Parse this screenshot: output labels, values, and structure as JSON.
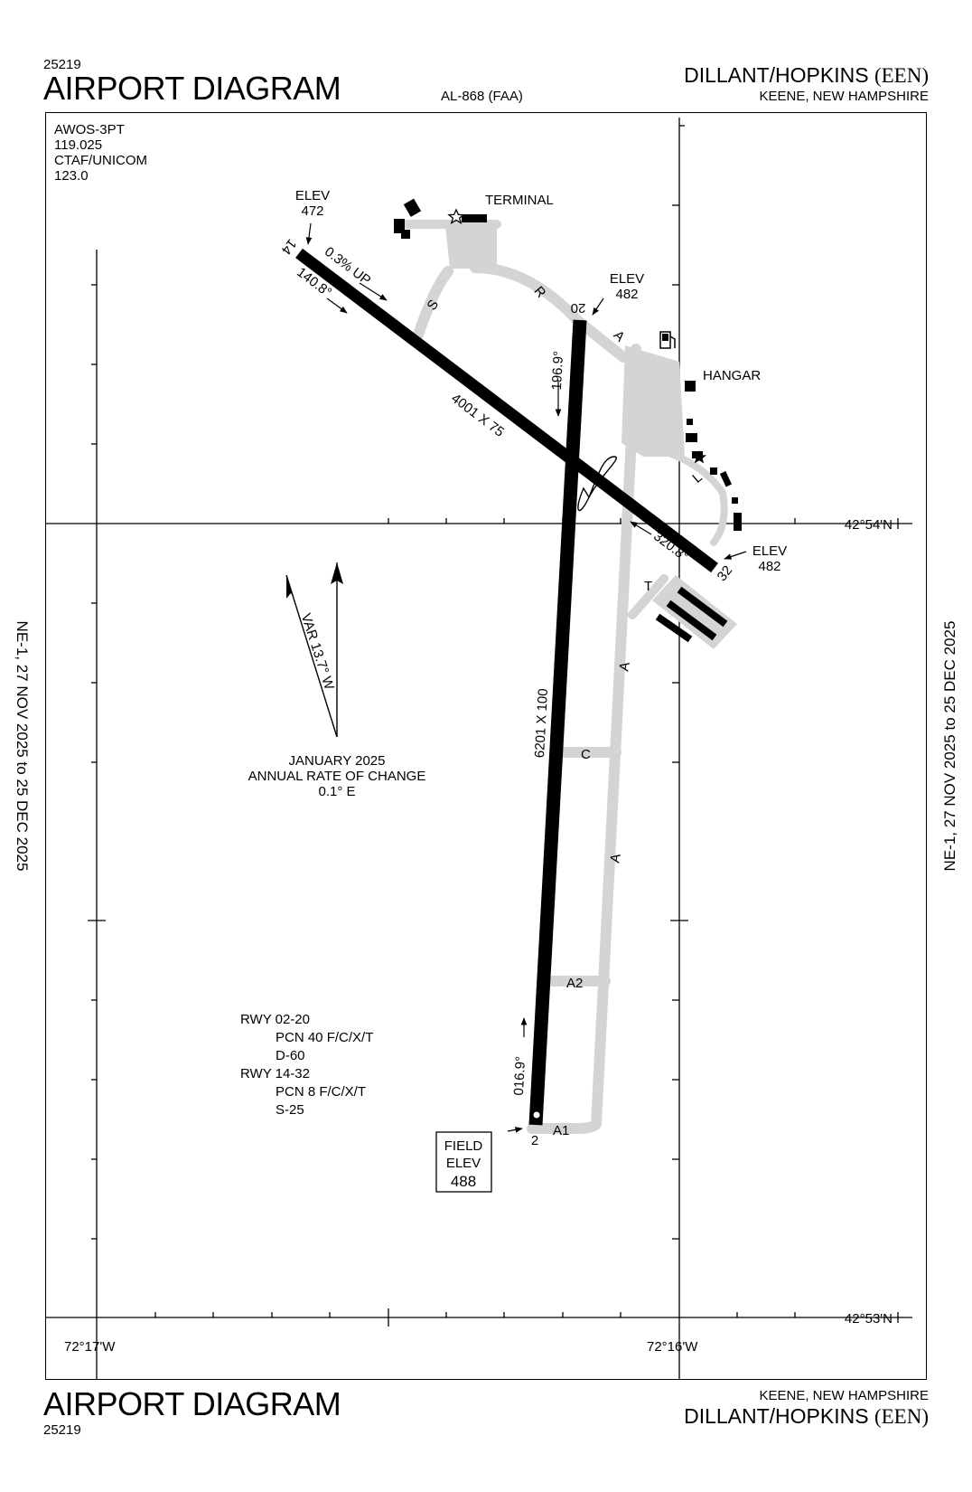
{
  "header": {
    "chart_number": "25219",
    "title": "AIRPORT DIAGRAM",
    "procedure_id": "AL-868 (FAA)",
    "airport_name": "DILLANT/HOPKINS",
    "airport_ident": "(EEN)",
    "city_state": "KEENE, NEW HAMPSHIRE"
  },
  "footer": {
    "chart_number": "25219",
    "title": "AIRPORT DIAGRAM",
    "city_state": "KEENE, NEW HAMPSHIRE",
    "airport_name": "DILLANT/HOPKINS",
    "airport_ident": "(EEN)"
  },
  "margin": {
    "left_text": "NE-1,  27 NOV 2025  to  25 DEC 2025",
    "right_text": "NE-1,  27 NOV 2025  to  25 DEC 2025"
  },
  "comms": {
    "line1": "AWOS-3PT",
    "line2": "119.025",
    "line3": "CTAF/UNICOM",
    "line4": "123.0"
  },
  "coordinates": {
    "lat_north": "42°54'N",
    "lat_south": "42°53'N",
    "lon_west": "72°17'W",
    "lon_east": "72°16'W"
  },
  "magnetic": {
    "variation": "VAR 13.7° W",
    "date": "JANUARY 2025",
    "rate_label": "ANNUAL RATE OF CHANGE",
    "rate_value": "0.1° E"
  },
  "runways": {
    "r02_20": {
      "dimensions": "6201 X 100",
      "end_2": "2",
      "end_20": "20",
      "heading_2": "016.9°",
      "heading_20": "196.9°",
      "elev_20_label": "ELEV",
      "elev_20_value": "482"
    },
    "r14_32": {
      "dimensions": "4001 X 75",
      "end_14": "14",
      "end_32": "32",
      "heading_14": "140.8°",
      "heading_32": "320.8°",
      "slope": "0.3% UP",
      "elev_14_label": "ELEV",
      "elev_14_value": "472",
      "elev_32_label": "ELEV",
      "elev_32_value": "482"
    }
  },
  "field_elevation": {
    "line1": "FIELD",
    "line2": "ELEV",
    "value": "488"
  },
  "taxiways": {
    "A_upper": "A",
    "A_middle": "A",
    "A_lower": "A",
    "A1": "A1",
    "A2": "A2",
    "C": "C",
    "L": "L",
    "R": "R",
    "S": "S",
    "T": "T"
  },
  "buildings": {
    "terminal": "TERMINAL",
    "hangar": "HANGAR"
  },
  "pcn": {
    "rwy1": "RWY 02-20",
    "rwy1_pcn": "PCN 40 F/C/X/T",
    "rwy1_gear": "D-60",
    "rwy2": "RWY 14-32",
    "rwy2_pcn": "PCN 8 F/C/X/T",
    "rwy2_gear": "S-25"
  },
  "colors": {
    "runway": "#000000",
    "taxiway": "#d4d4d4",
    "ink": "#000000",
    "background": "#ffffff"
  }
}
